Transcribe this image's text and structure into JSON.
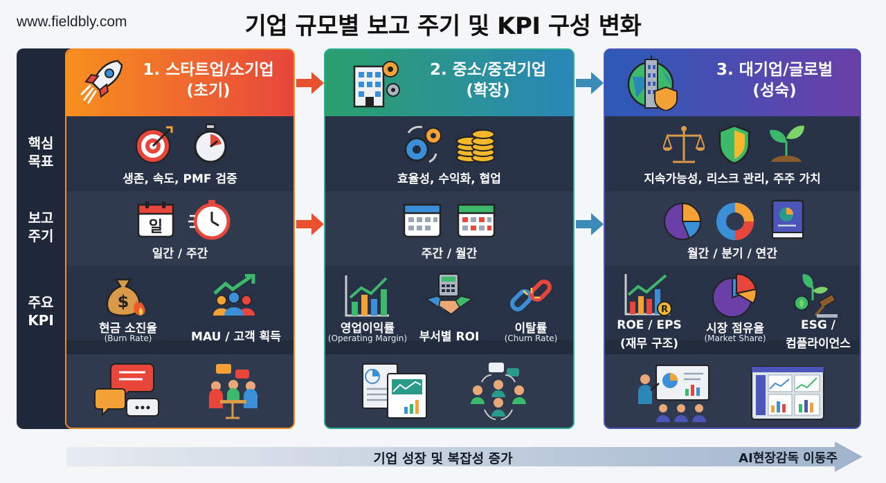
{
  "site": "www.fieldbly.com",
  "title": "기업 규모별 보고 주기 및 KPI 구성 변화",
  "rows": {
    "goal": "핵심\n목표",
    "cycle": "보고\n주기",
    "kpi": "주요\nKPI"
  },
  "stages": [
    {
      "title_line1": "1. 스타트업/소기업",
      "title_line2": "(초기)",
      "goal": "생존, 속도, PMF 검증",
      "cycle": "일간 / 주간",
      "calendar_glyph": "일",
      "kpis": [
        {
          "label": "현금 소진율",
          "sub": "(Burn Rate)"
        },
        {
          "label": "MAU / 고객 획득",
          "sub": ""
        }
      ],
      "accent": "#f58a2a"
    },
    {
      "title_line1": "2. 중소/중견기업",
      "title_line2": "(확장)",
      "goal": "효율성, 수익화, 협업",
      "cycle": "주간 / 월간",
      "kpis": [
        {
          "label": "영업이익률",
          "sub": "(Operating Margin)"
        },
        {
          "label": "부서별 ROI",
          "sub": ""
        },
        {
          "label": "이탈률",
          "sub": "(Churn Rate)"
        }
      ],
      "accent": "#2cae9a"
    },
    {
      "title_line1": "3. 대기업/글로벌",
      "title_line2": "(성숙)",
      "goal": "지속가능성, 리스크 관리, 주주 가치",
      "cycle": "월간 / 분기 / 연간",
      "kpis": [
        {
          "label": "ROE / EPS",
          "sub": "(재무 구조)"
        },
        {
          "label": "시장 점유율",
          "sub": "(Market Share)"
        },
        {
          "label": "ESG /",
          "sub": "컴플라이언스"
        }
      ],
      "accent": "#4c56b8"
    }
  ],
  "bottom": {
    "label": "기업 성장 및 복잡성 증가",
    "credit": "AI현장감독 이동주"
  }
}
